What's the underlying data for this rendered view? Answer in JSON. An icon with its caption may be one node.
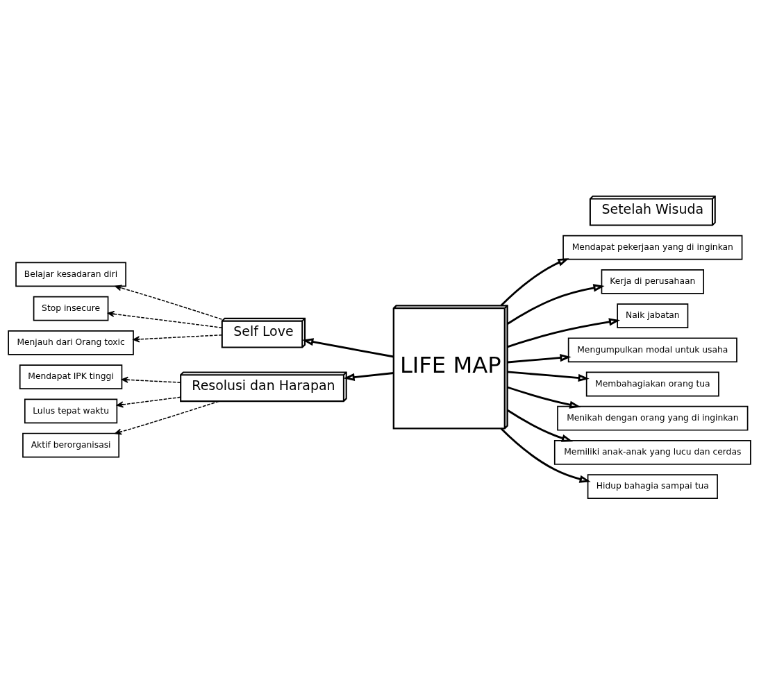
{
  "diagram": {
    "nodes": [
      {
        "text": [
          "Belajar kesadaran diri"
        ]
      },
      {
        "text": [
          "Stop insecure"
        ]
      },
      {
        "text": [
          "Menjauh dari Orang toxic"
        ]
      },
      {
        "text": [
          "Self Love"
        ]
      },
      {
        "text": [
          "Setelah Wisuda"
        ]
      },
      {
        "text": [
          "Mendapat pekerjaan yang di inginkan"
        ]
      },
      {
        "text": [
          "Kerja di perusahaan"
        ]
      },
      {
        "text": [
          "Naik jabatan"
        ]
      },
      {
        "text": [
          "LIFE MAP"
        ]
      },
      {
        "text": [
          "Mengumpulkan modal untuk usaha"
        ]
      },
      {
        "text": [
          "Membahagiakan orang tua"
        ]
      },
      {
        "text": [
          "Menikah dengan orang yang di inginkan"
        ]
      },
      {
        "text": [
          "Memiliki anak-anak yang lucu dan cerdas"
        ]
      },
      {
        "text": [
          "Hidup bahagia sampai tua"
        ]
      },
      {
        "text": [
          "Resolusi dan Harapan"
        ]
      },
      {
        "text": [
          "Mendapat IPK tinggi"
        ]
      },
      {
        "text": [
          "Lulus tepat waktu"
        ]
      },
      {
        "text": [
          "Aktif berorganisasi"
        ]
      }
    ],
    "edges": [
      {
        "from": 8,
        "to": 3,
        "arrow": "to"
      },
      {
        "from": 8,
        "to": 5,
        "arrow": "to"
      },
      {
        "from": 8,
        "to": 6,
        "arrow": "to"
      },
      {
        "from": 8,
        "to": 7,
        "arrow": "to"
      },
      {
        "from": 8,
        "to": 9,
        "arrow": "to"
      },
      {
        "from": 8,
        "to": 10,
        "arrow": "to"
      },
      {
        "from": 8,
        "to": 11,
        "arrow": "to"
      },
      {
        "from": 8,
        "to": 12,
        "arrow": "to"
      },
      {
        "from": 8,
        "to": 13,
        "arrow": "to"
      },
      {
        "from": 8,
        "to": 14,
        "arrow": "to"
      },
      {
        "from": 3,
        "to": 0,
        "arrow": "to",
        "style": "dashed"
      },
      {
        "from": 3,
        "to": 1,
        "arrow": "to",
        "style": "dashed"
      },
      {
        "from": 3,
        "to": 2,
        "arrow": "to",
        "style": "dashed"
      },
      {
        "from": 14,
        "to": 15,
        "arrow": "to",
        "style": "dashed"
      },
      {
        "from": 14,
        "to": 16,
        "arrow": "to",
        "style": "dashed"
      },
      {
        "from": 14,
        "to": 17,
        "arrow": "to",
        "style": "dashed"
      }
    ]
  }
}
